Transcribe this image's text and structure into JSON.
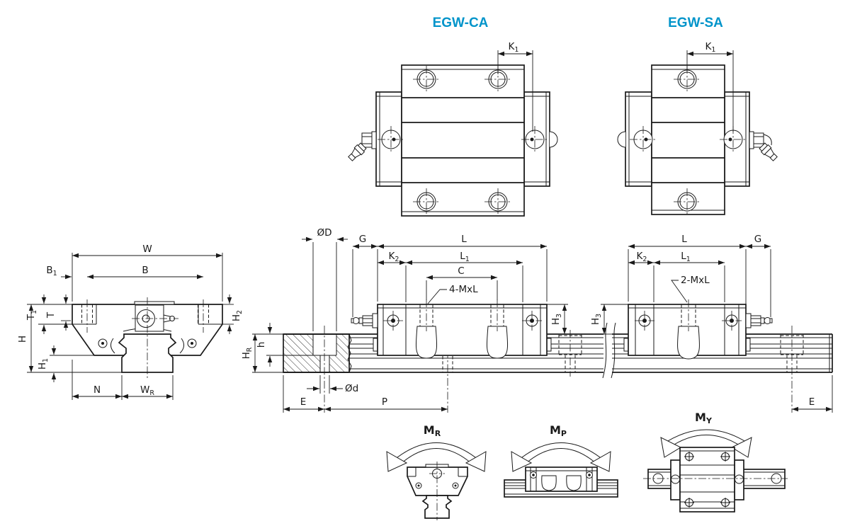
{
  "drawing": {
    "type": "linear-guideway-dimensional-drawing",
    "accent_color": "#0094ca",
    "line_color": "#1a1a1a",
    "views": [
      "top-view-egw-ca",
      "top-view-egw-sa",
      "front-section-view",
      "side-view-egw-ca",
      "side-view-egw-sa",
      "rail-cross-section",
      "moment-roll",
      "moment-pitch",
      "moment-yaw"
    ]
  },
  "titles": {
    "ca": "EGW-CA",
    "sa": "EGW-SA"
  },
  "labels": {
    "K1": {
      "base": "K",
      "sub": "1"
    },
    "K2": {
      "base": "K",
      "sub": "2"
    },
    "B1": {
      "base": "B",
      "sub": "1"
    },
    "L1": {
      "base": "L",
      "sub": "1"
    },
    "T1": {
      "base": "T",
      "sub": "1"
    },
    "H1": {
      "base": "H",
      "sub": "1"
    },
    "H2": {
      "base": "H",
      "sub": "2"
    },
    "H3": {
      "base": "H",
      "sub": "3"
    },
    "WR": {
      "base": "W",
      "sub": "R"
    },
    "HR": {
      "base": "H",
      "sub": "R"
    },
    "MR": {
      "base": "M",
      "sub": "R"
    },
    "MP": {
      "base": "M",
      "sub": "P"
    },
    "MY": {
      "base": "M",
      "sub": "Y"
    },
    "W": "W",
    "B": "B",
    "T": "T",
    "H": "H",
    "N": "N",
    "G": "G",
    "L": "L",
    "C": "C",
    "E": "E",
    "P": "P",
    "h": "h",
    "OD": "ØD",
    "Od": "Ød",
    "holes4": "4-MxL",
    "holes2": "2-MxL"
  }
}
